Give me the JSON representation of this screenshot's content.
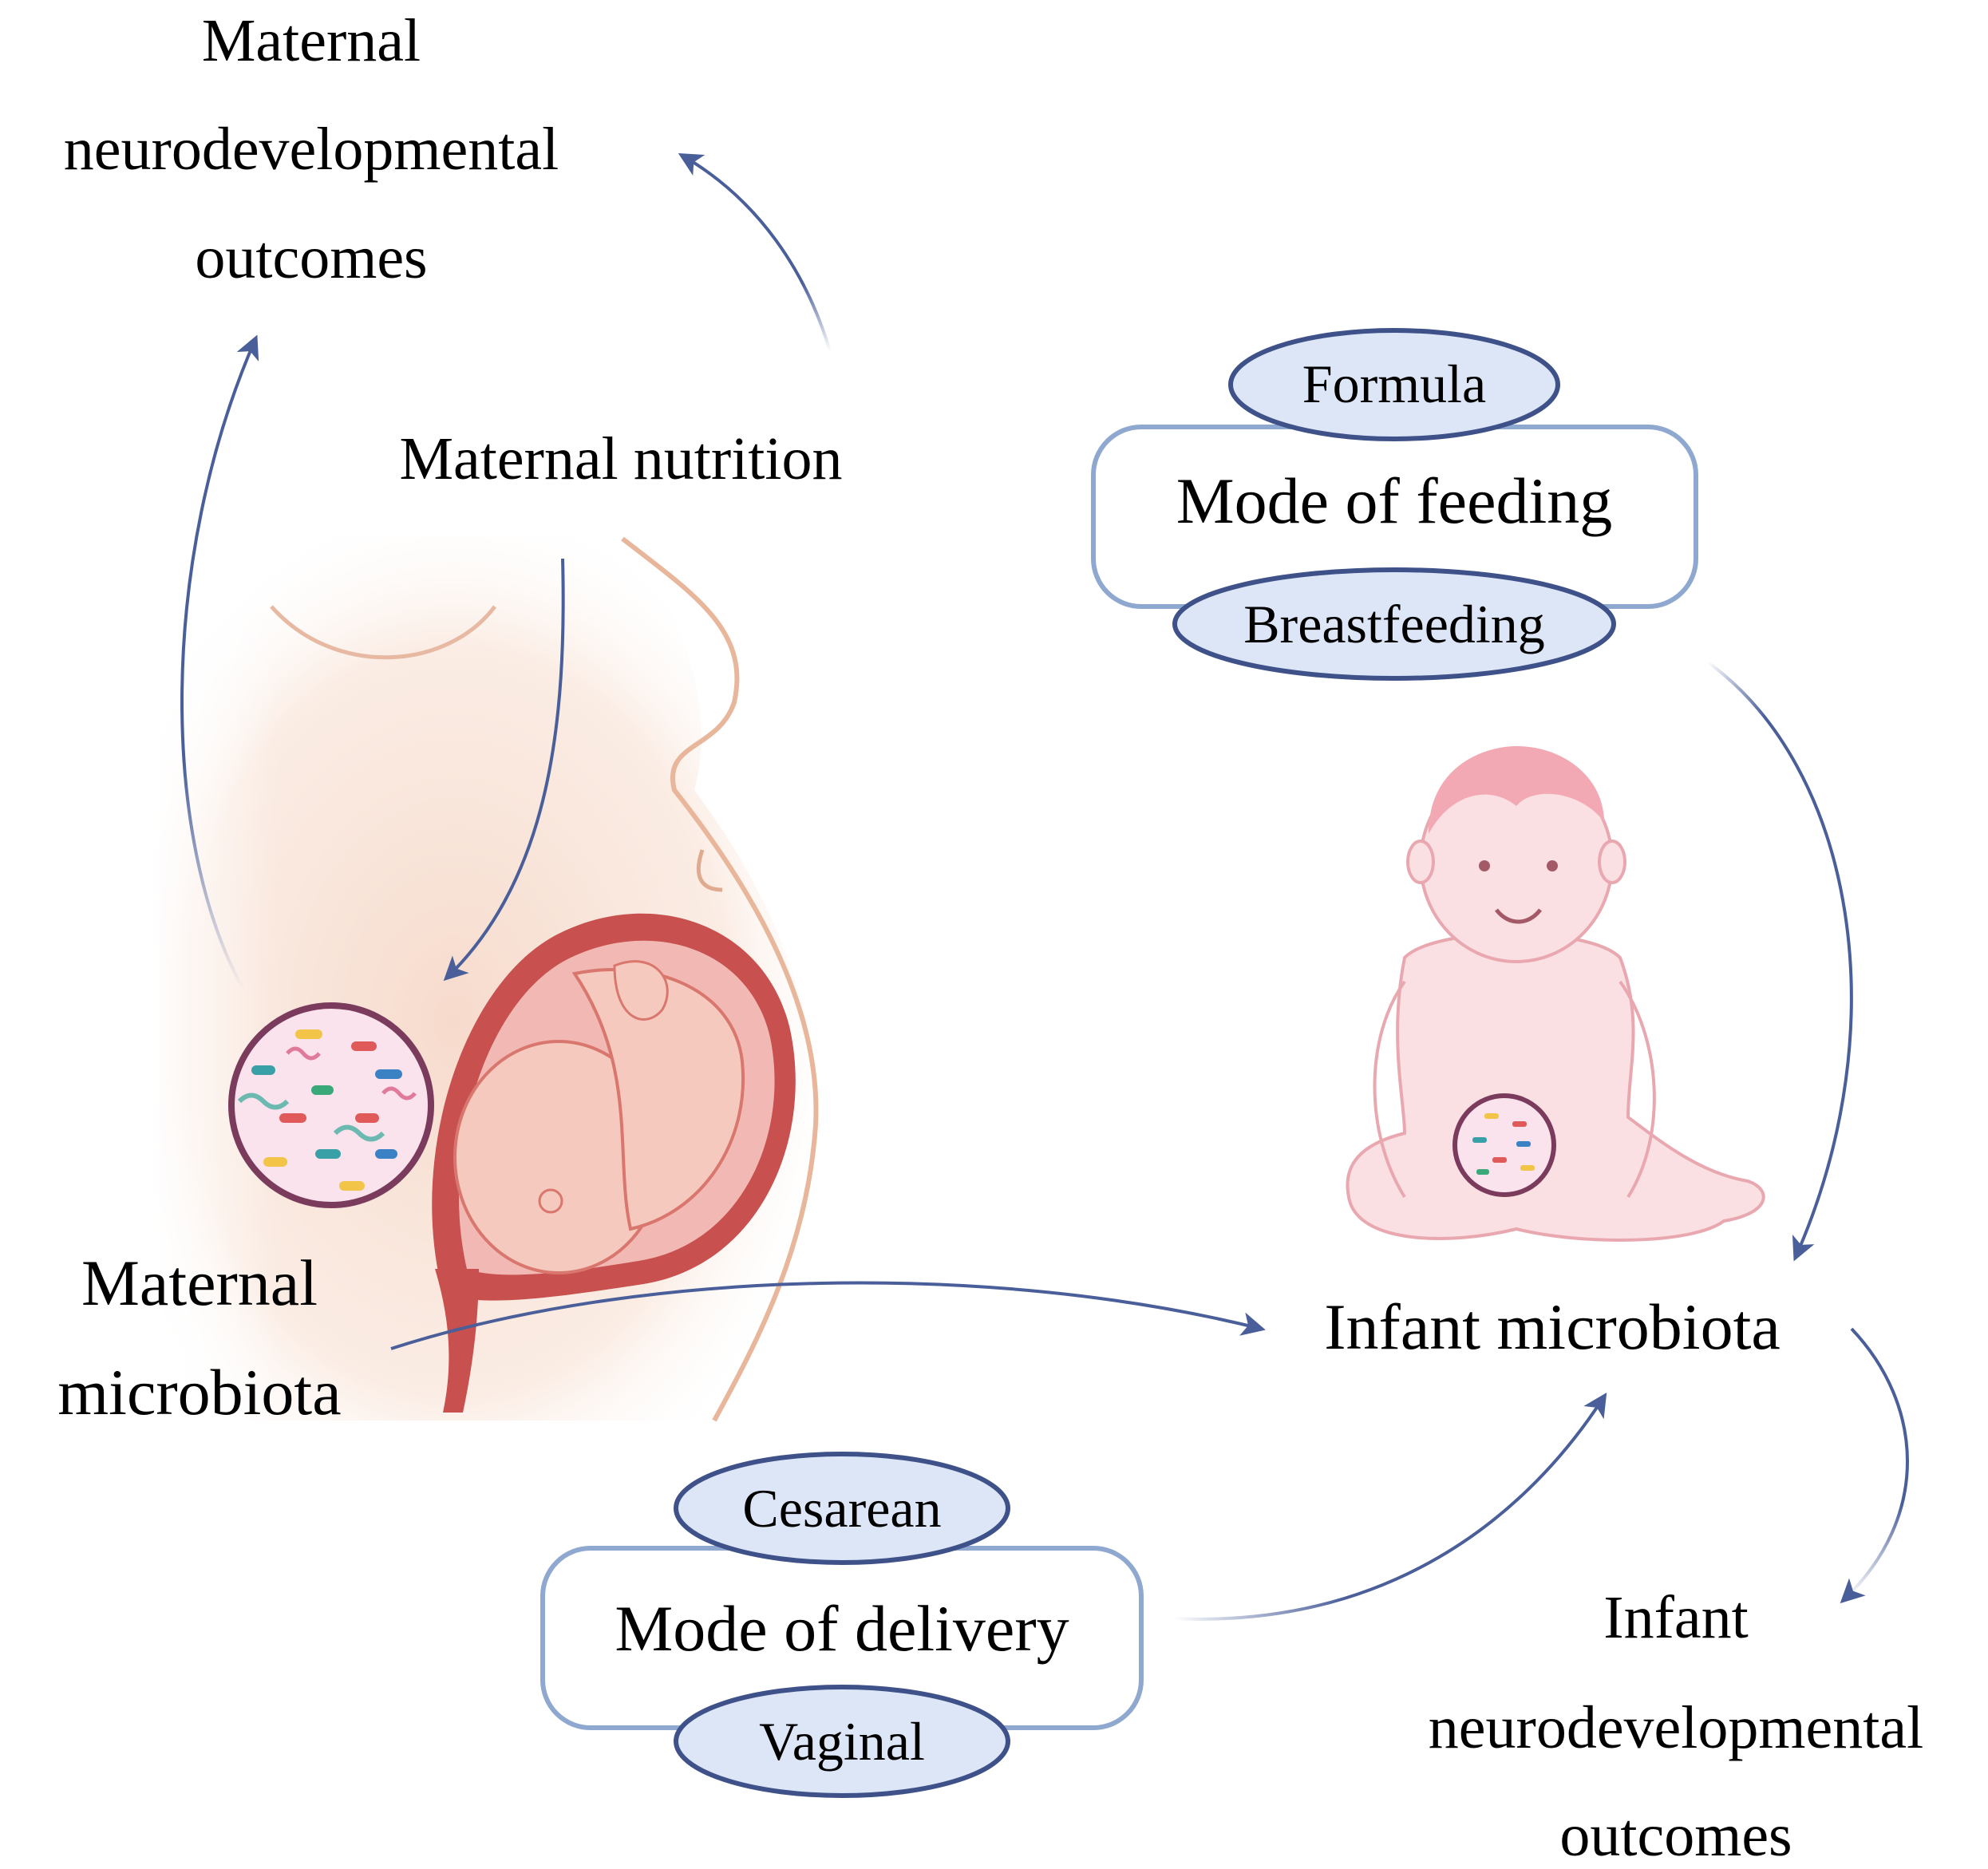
{
  "labels": {
    "maternal_neuro": [
      "Maternal",
      "neurodevelopmental",
      "outcomes"
    ],
    "maternal_nutrition": "Maternal nutrition",
    "maternal_microbiota": [
      "Maternal",
      "microbiota"
    ],
    "infant_microbiota": "Infant microbiota",
    "infant_neuro": [
      "Infant",
      "neurodevelopmental",
      "outcomes"
    ]
  },
  "feeding": {
    "title": "Mode of feeding",
    "top_option": "Formula",
    "bottom_option": "Breastfeeding"
  },
  "delivery": {
    "title": "Mode of delivery",
    "top_option": "Cesarean",
    "bottom_option": "Vaginal"
  },
  "colors": {
    "arrow": "#4a5f9a",
    "box_border": "#8fa8d0",
    "ellipse_fill": "#dde6f7",
    "ellipse_border": "#3e5189",
    "skin": "#f8dccd",
    "womb": "#c8504e",
    "microbe_circle_border": "#7a3b5c"
  }
}
